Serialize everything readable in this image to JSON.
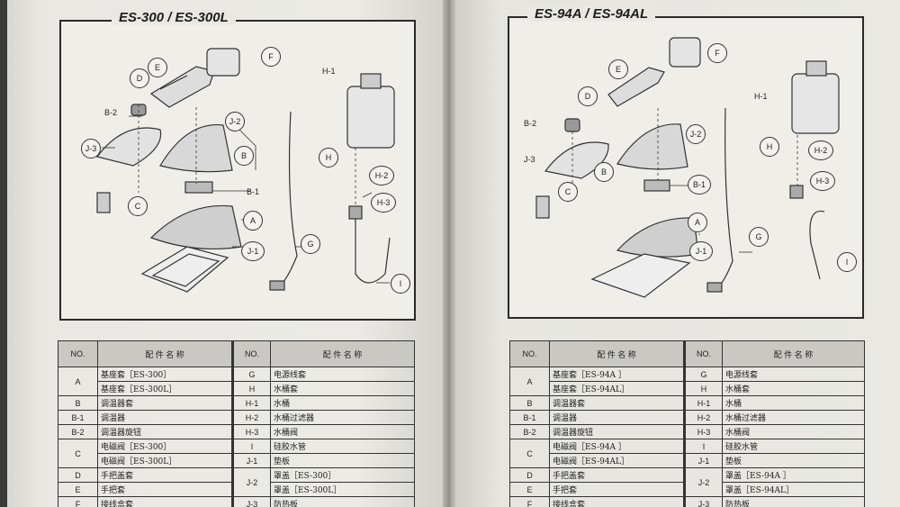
{
  "left": {
    "title": "ES-300 / ES-300L",
    "callouts": [
      "E",
      "F",
      "D",
      "B-2",
      "J-2",
      "J-3",
      "B",
      "H-1",
      "H",
      "C",
      "B-1",
      "A",
      "H-2",
      "H-3",
      "J-1",
      "G",
      "I"
    ],
    "table": {
      "header": {
        "no": "NO.",
        "name": "配 件 名 称"
      },
      "rows": [
        {
          "l_no": "A",
          "l_name": "基座套［ES-300］",
          "r_no": "G",
          "r_name": "电源线套"
        },
        {
          "l_no": "",
          "l_name": "基座套［ES-300L］",
          "r_no": "H",
          "r_name": "水桶套"
        },
        {
          "l_no": "B",
          "l_name": "调温器套",
          "r_no": "H-1",
          "r_name": "水桶"
        },
        {
          "l_no": "B-1",
          "l_name": "调温器",
          "r_no": "H-2",
          "r_name": "水桶过滤器"
        },
        {
          "l_no": "B-2",
          "l_name": "调温器旋钮",
          "r_no": "H-3",
          "r_name": "水桶阀"
        },
        {
          "l_no": "C",
          "l_name": "电磁阀［ES-300］",
          "r_no": "I",
          "r_name": "硅胶水管"
        },
        {
          "l_no": "",
          "l_name": "电磁阀［ES-300L］",
          "r_no": "J-1",
          "r_name": "垫板"
        },
        {
          "l_no": "D",
          "l_name": "手把盖套",
          "r_no": "J-2",
          "r_name": "罩盖［ES-300］"
        },
        {
          "l_no": "E",
          "l_name": "手把套",
          "r_no": "",
          "r_name": "罩盖［ES-300L］"
        },
        {
          "l_no": "F",
          "l_name": "接线盒套",
          "r_no": "J-3",
          "r_name": "防热板"
        }
      ]
    }
  },
  "right": {
    "title": "ES-94A / ES-94AL",
    "callouts": [
      "F",
      "E",
      "D",
      "H-1",
      "B-2",
      "J-2",
      "H",
      "H-2",
      "J-3",
      "B",
      "B-1",
      "H-3",
      "C",
      "A",
      "G",
      "J-1",
      "I"
    ],
    "table": {
      "header": {
        "no": "NO.",
        "name": "配 件 名 称"
      },
      "rows": [
        {
          "l_no": "A",
          "l_name": "基座套［ES-94A ］",
          "r_no": "G",
          "r_name": "电源线套"
        },
        {
          "l_no": "",
          "l_name": "基座套［ES-94AL］",
          "r_no": "H",
          "r_name": "水桶套"
        },
        {
          "l_no": "B",
          "l_name": "调温器套",
          "r_no": "H-1",
          "r_name": "水桶"
        },
        {
          "l_no": "B-1",
          "l_name": "调温器",
          "r_no": "H-2",
          "r_name": "水桶过滤器"
        },
        {
          "l_no": "B-2",
          "l_name": "调温器旋钮",
          "r_no": "H-3",
          "r_name": "水桶阀"
        },
        {
          "l_no": "C",
          "l_name": "电磁阀［ES-94A ］",
          "r_no": "I",
          "r_name": "硅胶水管"
        },
        {
          "l_no": "",
          "l_name": "电磁阀［ES-94AL］",
          "r_no": "J-1",
          "r_name": "垫板"
        },
        {
          "l_no": "D",
          "l_name": "手把盖套",
          "r_no": "J-2",
          "r_name": "罩盖［ES-94A ］"
        },
        {
          "l_no": "E",
          "l_name": "手把套",
          "r_no": "",
          "r_name": "罩盖［ES-94AL］"
        },
        {
          "l_no": "F",
          "l_name": "接线盒套",
          "r_no": "J-3",
          "r_name": "防热板"
        }
      ]
    }
  }
}
